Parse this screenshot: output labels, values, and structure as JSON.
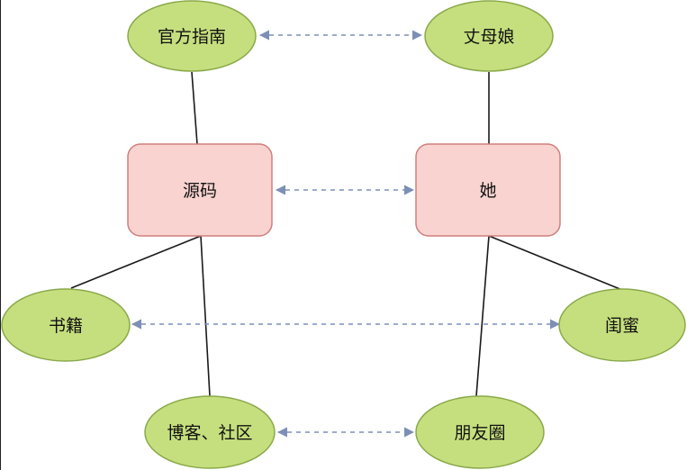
{
  "colors": {
    "ellipse_fill": "#c6df7e",
    "ellipse_stroke": "#8aa94a",
    "box_fill": "#f8d3d0",
    "box_stroke": "#cf7f7c",
    "line": "#1a1a1a",
    "dashed_arrow": "#7d8fb6"
  },
  "nodes": {
    "guide": "官方指南",
    "mother_in_law": "丈母娘",
    "source_code": "源码",
    "her": "她",
    "books": "书籍",
    "bestie": "闺蜜",
    "blog": "博客、社区",
    "moments": "朋友圈"
  }
}
